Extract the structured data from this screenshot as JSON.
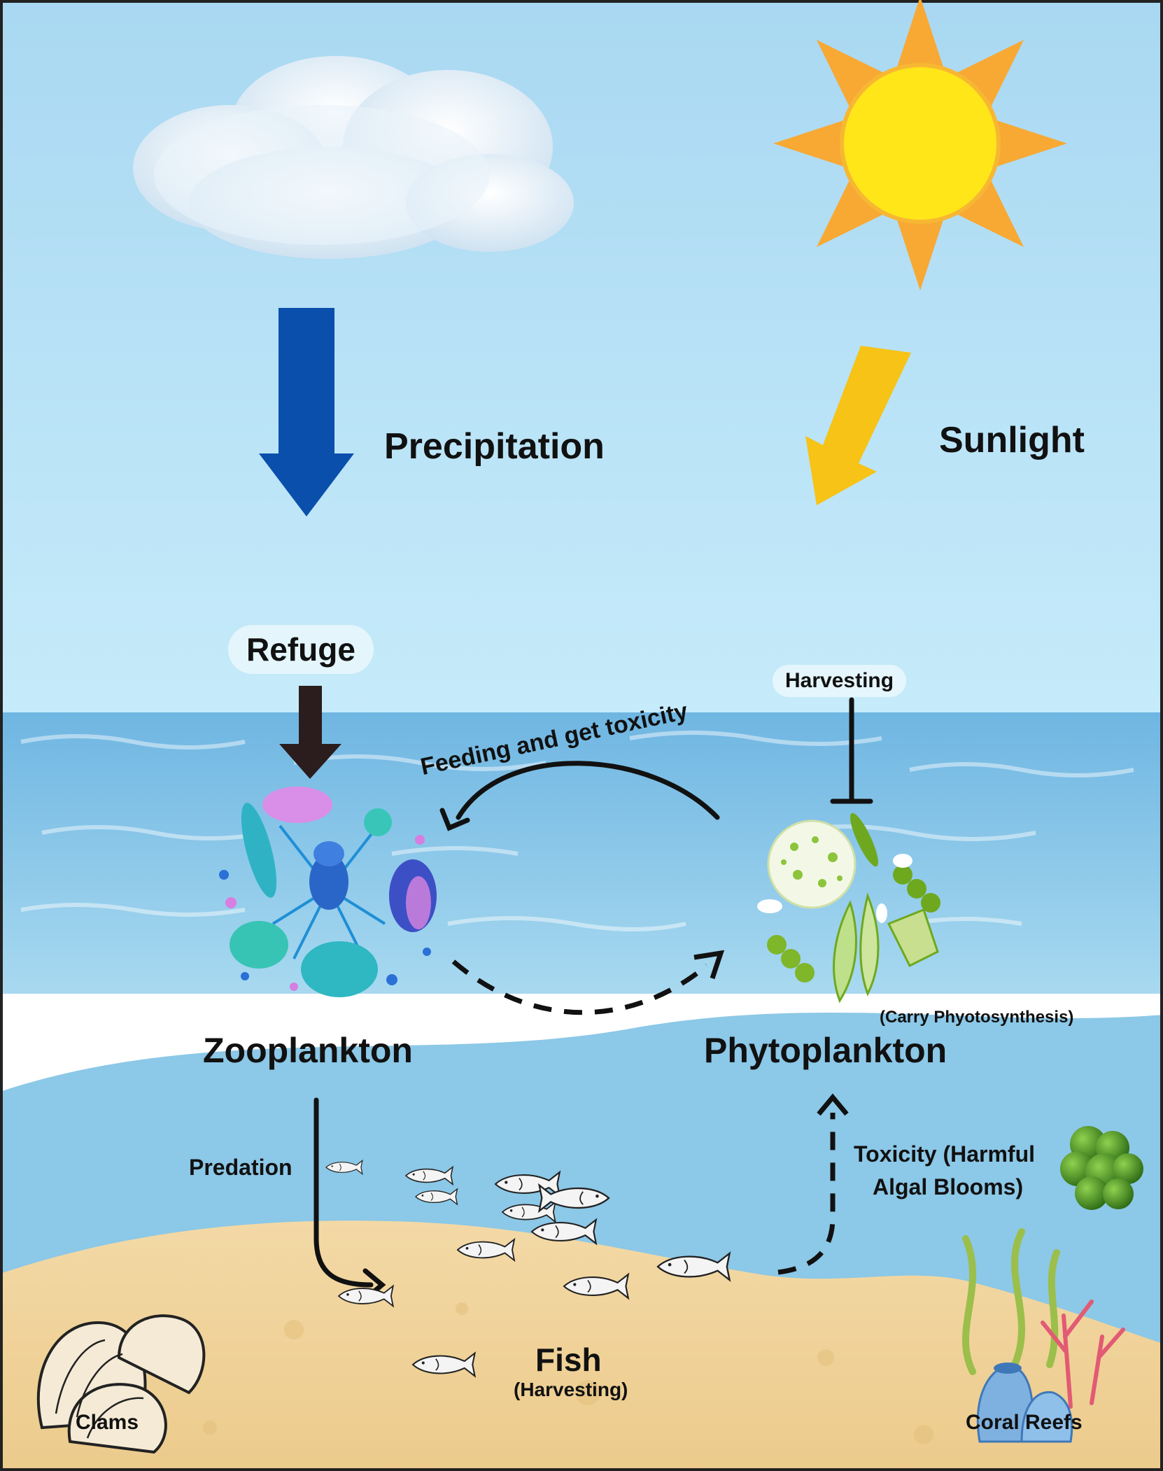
{
  "labels": {
    "precipitation": "Precipitation",
    "sunlight": "Sunlight",
    "refuge": "Refuge",
    "harvesting_phyto": "Harvesting",
    "feeding": "Feeding and get toxicity",
    "zooplankton": "Zooplankton",
    "phytoplankton": "Phytoplankton",
    "photosynthesis": "(Carry Phyotosynthesis)",
    "predation": "Predation",
    "toxicity_line1": "Toxicity (Harmful",
    "toxicity_line2": "Algal Blooms)",
    "fish": "Fish",
    "fish_harvesting": "(Harvesting)",
    "clams": "Clams",
    "coral_reefs": "Coral Reefs"
  },
  "icons": {
    "cloud": "cloud-icon",
    "sun": "sun-icon",
    "zooplankton": "zooplankton-cluster-icon",
    "phytoplankton": "phytoplankton-cluster-icon",
    "fish": "fish-icon",
    "clams": "clam-icon",
    "coral": "coral-reef-icon",
    "algal_bloom": "algal-bloom-icon"
  },
  "colors": {
    "sky": "#bfe6f8",
    "sea": "#7fc0e3",
    "deep_sea": "#8fc9e8",
    "sand": "#f1d7a2",
    "precipitation_arrow": "#0b4fad",
    "sunlight_arrow": "#f6c316",
    "refuge_arrow": "#2b1d1d",
    "sun_core": "#ffe619",
    "sun_rays": "#f7a934"
  }
}
